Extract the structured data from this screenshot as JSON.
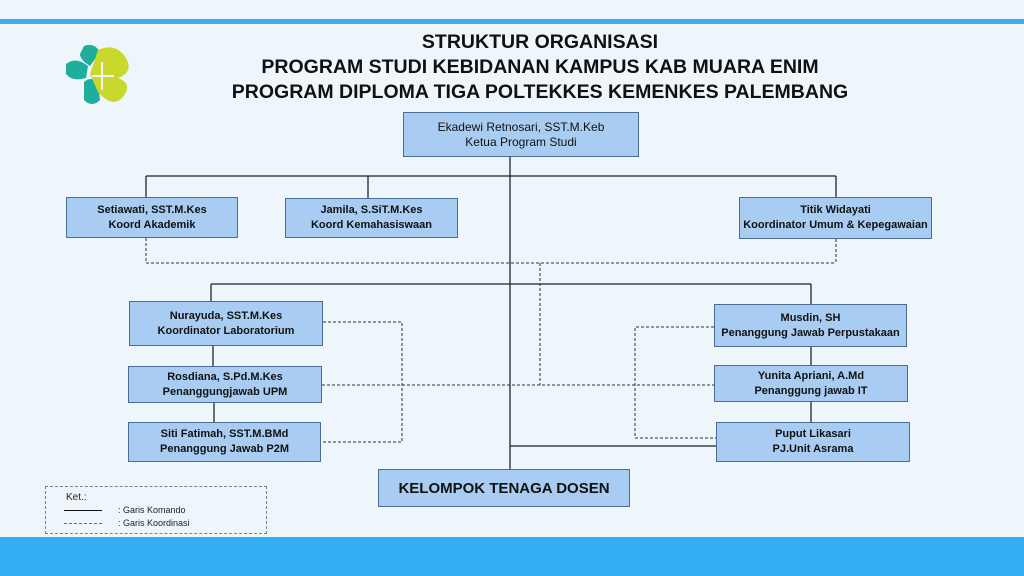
{
  "title": {
    "line1": "STRUKTUR ORGANISASI",
    "line2": "PROGRAM STUDI KEBIDANAN KAMPUS KAB MUARA ENIM",
    "line3": "PROGRAM DIPLOMA TIGA POLTEKKES KEMENKES PALEMBANG"
  },
  "ketua": {
    "name": "Ekadewi Retnosari, SST.M.Keb",
    "role": "Ketua Program Studi"
  },
  "koordinator": [
    {
      "name": "Setiawati, SST.M.Kes",
      "role": "Koord Akademik"
    },
    {
      "name": "Jamila, S.SiT.M.Kes",
      "role": "Koord Kemahasiswaan"
    },
    {
      "name": "Titik Widayati",
      "role": "Koordinator Umum & Kepegawaian"
    }
  ],
  "left_units": [
    {
      "name": "Nurayuda, SST.M.Kes",
      "role": "Koordinator Laboratorium"
    },
    {
      "name": "Rosdiana, S.Pd.M.Kes",
      "role": "Penanggungjawab UPM"
    },
    {
      "name": "Siti Fatimah, SST.M.BMd",
      "role": "Penanggung Jawab P2M"
    }
  ],
  "right_units": [
    {
      "name": "Musdin, SH",
      "role": "Penanggung Jawab Perpustakaan"
    },
    {
      "name": "Yunita Apriani, A.Md",
      "role": "Penanggung jawab IT"
    },
    {
      "name": "Puput Likasari",
      "role": "PJ.Unit Asrama"
    }
  ],
  "dosen": "KELOMPOK TENAGA  DOSEN",
  "legend": {
    "title": "Ket.:",
    "solid": ": Garis Komando",
    "dashed": ": Garis Koordinasi"
  },
  "colors": {
    "box": "#a9cdf2",
    "accent": "#33b0f5",
    "logo_teal": "#1fae9c",
    "logo_lime": "#c8d82c"
  }
}
